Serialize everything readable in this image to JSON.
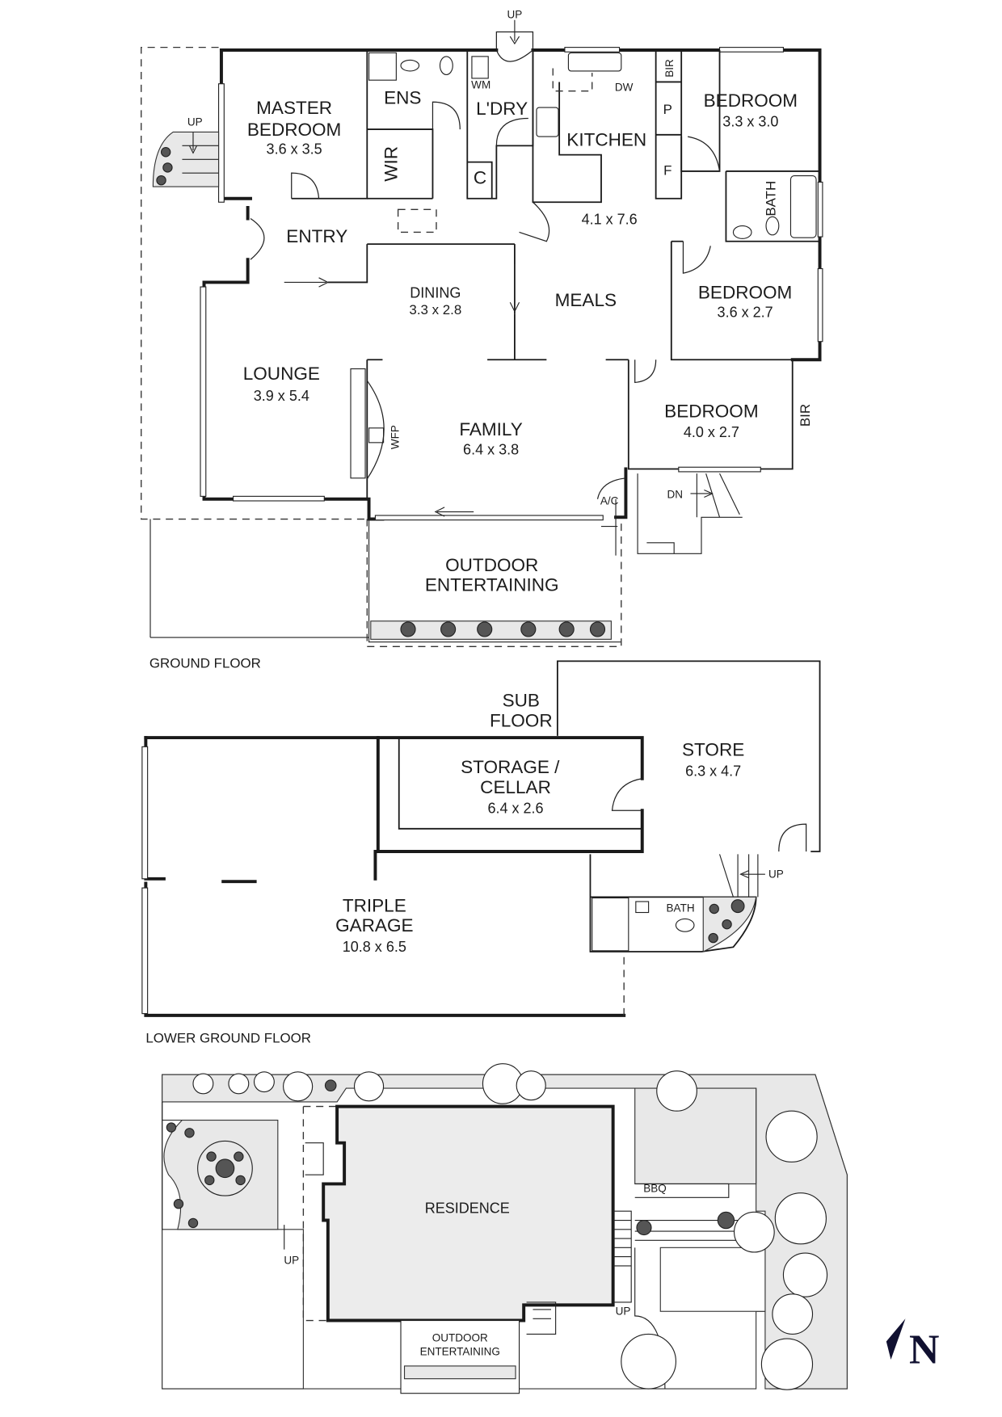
{
  "floors": {
    "ground": {
      "label": "GROUND FLOOR",
      "rooms": {
        "master_bedroom": {
          "name_line1": "MASTER",
          "name_line2": "BEDROOM",
          "dims": "3.6 x 3.5"
        },
        "ensuite": {
          "name": "ENS"
        },
        "wir": {
          "name": "WIR"
        },
        "laundry": {
          "name": "L'DRY",
          "wm": "WM",
          "cupboard": "C"
        },
        "kitchen": {
          "name": "KITCHEN",
          "dims": "4.1 x 7.6",
          "dw": "DW",
          "bir": "BIR",
          "pantry": "P",
          "fridge": "F"
        },
        "bedroom_1": {
          "name": "BEDROOM",
          "dims": "3.3 x 3.0"
        },
        "bath": {
          "name": "BATH"
        },
        "entry": {
          "name": "ENTRY"
        },
        "dining": {
          "name": "DINING",
          "dims": "3.3 x 2.8"
        },
        "meals": {
          "name": "MEALS"
        },
        "bedroom_2": {
          "name": "BEDROOM",
          "dims": "3.6 x 2.7"
        },
        "lounge": {
          "name": "LOUNGE",
          "dims": "3.9 x 5.4"
        },
        "family": {
          "name": "FAMILY",
          "dims": "6.4 x 3.8",
          "fireplace": "WFP"
        },
        "bedroom_3": {
          "name": "BEDROOM",
          "dims": "4.0 x 2.7",
          "bir": "BIR"
        },
        "ac": {
          "name": "A/C"
        },
        "outdoor": {
          "name_line1": "OUTDOOR",
          "name_line2": "ENTERTAINING"
        }
      },
      "stairs": {
        "up_top": "UP",
        "up_left": "UP",
        "down": "DN"
      }
    },
    "lower_ground": {
      "label": "LOWER GROUND FLOOR",
      "rooms": {
        "sub_floor": {
          "name_line1": "SUB",
          "name_line2": "FLOOR"
        },
        "storage": {
          "name_line1": "STORAGE /",
          "name_line2": "CELLAR",
          "dims": "6.4 x 2.6"
        },
        "store": {
          "name": "STORE",
          "dims": "6.3 x 4.7"
        },
        "garage": {
          "name_line1": "TRIPLE",
          "name_line2": "GARAGE",
          "dims": "10.8 x 6.5"
        },
        "bath": {
          "name": "BATH"
        }
      },
      "stairs": {
        "up": "UP"
      }
    },
    "site": {
      "residence": "RESIDENCE",
      "bbq": "BBQ",
      "outdoor_line1": "OUTDOOR",
      "outdoor_line2": "ENTERTAINING",
      "up_left": "UP",
      "up_right": "UP"
    }
  },
  "compass": {
    "label": "N",
    "icon": "north-arrow-icon",
    "color": "#101030"
  }
}
